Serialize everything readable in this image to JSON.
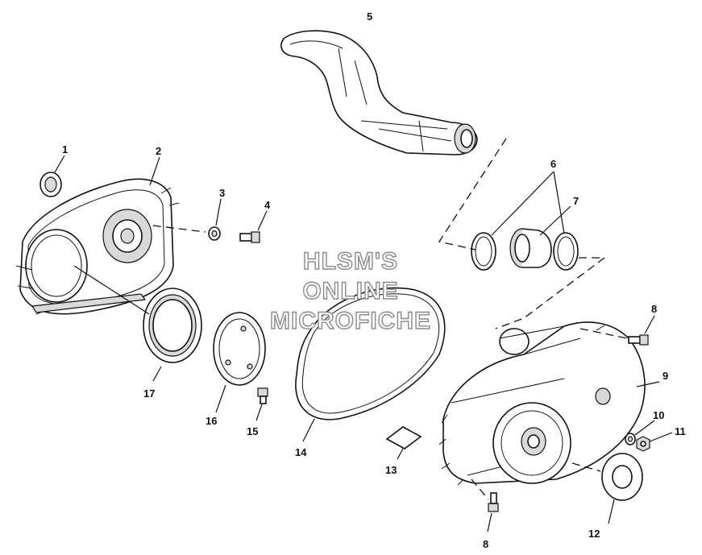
{
  "callouts": {
    "c1": "1",
    "c2": "2",
    "c3": "3",
    "c4": "4",
    "c5": "5",
    "c6": "6",
    "c7": "7",
    "c8a": "8",
    "c8b": "8",
    "c9": "9",
    "c10": "10",
    "c11": "11",
    "c12": "12",
    "c13": "13",
    "c14": "14",
    "c15": "15",
    "c16": "16",
    "c17": "17"
  },
  "watermark": {
    "line1": "HLSM'S",
    "line2": "ONLINE",
    "line3": "MICROFICHE"
  }
}
